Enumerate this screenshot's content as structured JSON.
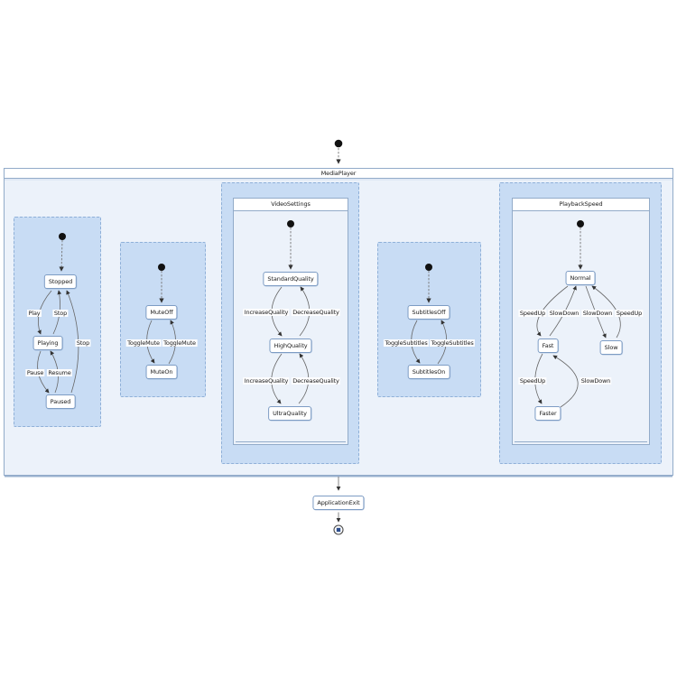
{
  "diagram": {
    "machine_title": "MediaPlayer",
    "exit_state": "ApplicationExit",
    "regions": {
      "playback": {
        "states": [
          "Stopped",
          "Playing",
          "Paused"
        ],
        "edges": [
          "Play",
          "Stop",
          "Stop",
          "Pause",
          "Resume"
        ]
      },
      "mute": {
        "states": [
          "MuteOff",
          "MuteOn"
        ],
        "edges": [
          "ToggleMute",
          "ToggleMute"
        ]
      },
      "video": {
        "title": "VideoSettings",
        "states": [
          "StandardQuality",
          "HighQuality",
          "UltraQuality"
        ],
        "edges": [
          "IncreaseQuality",
          "DecreaseQuality",
          "IncreaseQuality",
          "DecreaseQuality"
        ]
      },
      "subtitles": {
        "states": [
          "SubtitlesOff",
          "SubtitlesOn"
        ],
        "edges": [
          "ToggleSubtitles",
          "ToggleSubtitles"
        ]
      },
      "speed": {
        "title": "PlaybackSpeed",
        "states": [
          "Normal",
          "Fast",
          "Slow",
          "Faster"
        ],
        "edges": [
          "SpeedUp",
          "SlowDown",
          "SlowDown",
          "SpeedUp",
          "SpeedUp",
          "SlowDown"
        ]
      }
    },
    "colors": {
      "region_fill": "#c8dcf4",
      "region_border": "#8fb0d8",
      "panel_fill": "#ecf2fa",
      "panel_border": "#92abc9",
      "state_fill": "#ffffff",
      "state_border": "#7d9cc4",
      "arrow": "#666666",
      "initial_dot": "#111111",
      "final_inner": "#2e4f8f"
    }
  }
}
